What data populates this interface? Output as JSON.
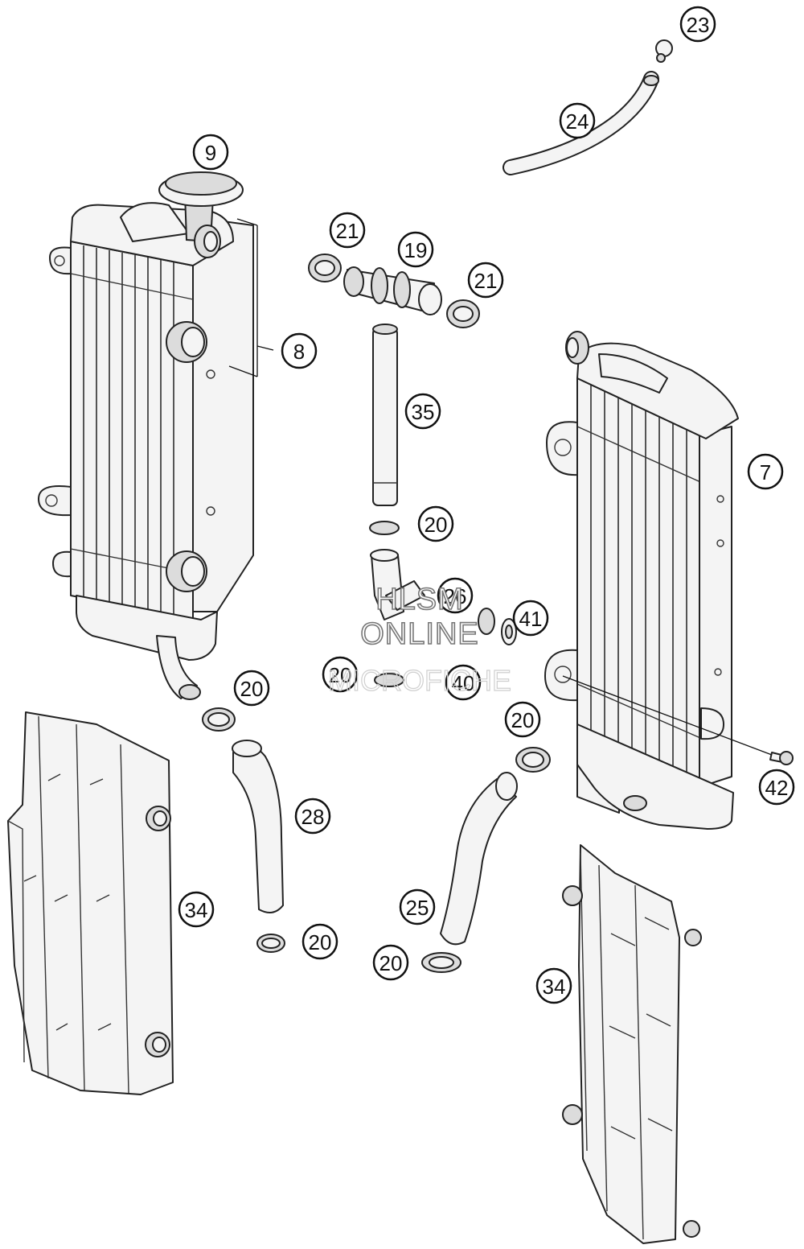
{
  "callouts": [
    {
      "id": "c9",
      "label": "9"
    },
    {
      "id": "c8",
      "label": "8"
    },
    {
      "id": "c23",
      "label": "23"
    },
    {
      "id": "c24",
      "label": "24"
    },
    {
      "id": "c21a",
      "label": "21"
    },
    {
      "id": "c19",
      "label": "19"
    },
    {
      "id": "c21b",
      "label": "21"
    },
    {
      "id": "c35",
      "label": "35"
    },
    {
      "id": "c20a",
      "label": "20"
    },
    {
      "id": "c26",
      "label": "26"
    },
    {
      "id": "c20b",
      "label": "20"
    },
    {
      "id": "c41",
      "label": "41"
    },
    {
      "id": "c40",
      "label": "40"
    },
    {
      "id": "c7",
      "label": "7"
    },
    {
      "id": "c20c",
      "label": "20"
    },
    {
      "id": "c20d",
      "label": "20"
    },
    {
      "id": "c42",
      "label": "42"
    },
    {
      "id": "c28",
      "label": "28"
    },
    {
      "id": "c34a",
      "label": "34"
    },
    {
      "id": "c25",
      "label": "25"
    },
    {
      "id": "c20e",
      "label": "20"
    },
    {
      "id": "c20f",
      "label": "20"
    },
    {
      "id": "c34b",
      "label": "34"
    }
  ],
  "watermark": {
    "line1": "HLSM",
    "line2": "ONLINE",
    "line3": "MICROFICHE"
  }
}
